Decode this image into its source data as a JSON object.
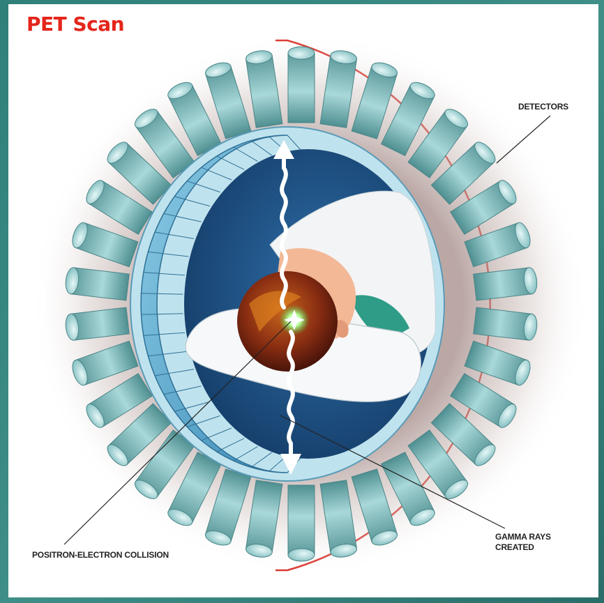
{
  "title": "PET Scan",
  "labels": {
    "detectors": "DETECTORS",
    "gamma_rays": "GAMMA RAYS CREATED",
    "positron": "POSITRON-ELECTRON COLLISION"
  },
  "colors": {
    "title": "#e5251b",
    "detector": "#8fc7c9",
    "ring_inner": "#5aa6cc",
    "bore": "#1f5a8f",
    "bracket": "#d9332b",
    "background": "#2f7f7a"
  }
}
